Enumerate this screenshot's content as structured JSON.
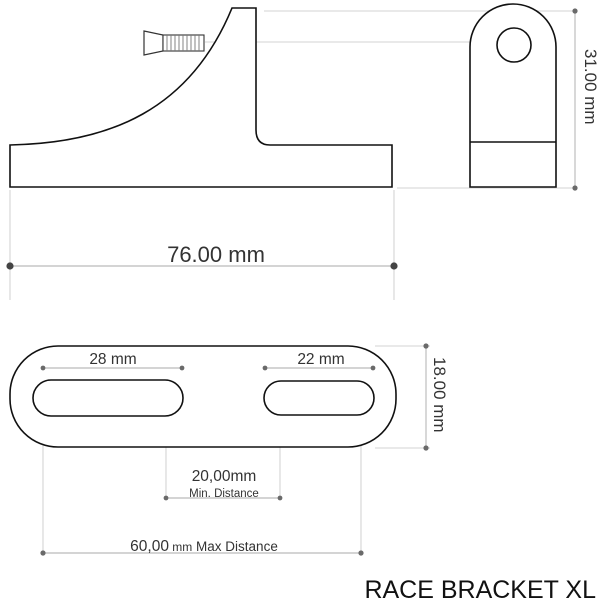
{
  "title": "RACE BRACKET XL",
  "dimensions": {
    "total_length": "76.00 mm",
    "side_height": "31.00 mm",
    "thickness": "18.00 mm",
    "slot_left": "28 mm",
    "slot_right": "22 mm",
    "min_distance_value": "20,00mm",
    "min_distance_label": "Min. Distance",
    "max_distance_value": "60,00",
    "max_distance_unit": " mm",
    "max_distance_label": " Max Distance"
  },
  "colors": {
    "outline": "#111111",
    "dimension_line": "#a8a8a8",
    "dimension_dot": "#444444"
  },
  "icons": {
    "screw": "countersunk-screw-icon"
  }
}
